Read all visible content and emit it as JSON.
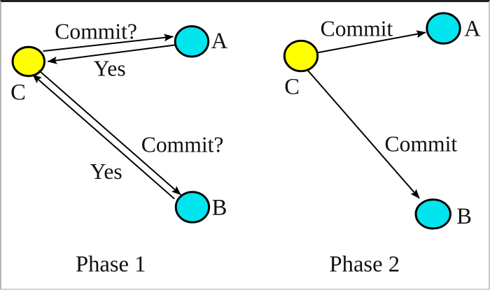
{
  "colors": {
    "coordinator_fill": "#ffff00",
    "participant_fill": "#00e5ee",
    "line": "#000000"
  },
  "phase1": {
    "label": "Phase 1",
    "node_a": "A",
    "node_b": "B",
    "node_c": "C",
    "msg_commit_a": "Commit?",
    "msg_yes_a": "Yes",
    "msg_commit_b": "Commit?",
    "msg_yes_b": "Yes"
  },
  "phase2": {
    "label": "Phase 2",
    "node_a": "A",
    "node_b": "B",
    "node_c": "C",
    "msg_commit_a": "Commit",
    "msg_commit_b": "Commit"
  }
}
